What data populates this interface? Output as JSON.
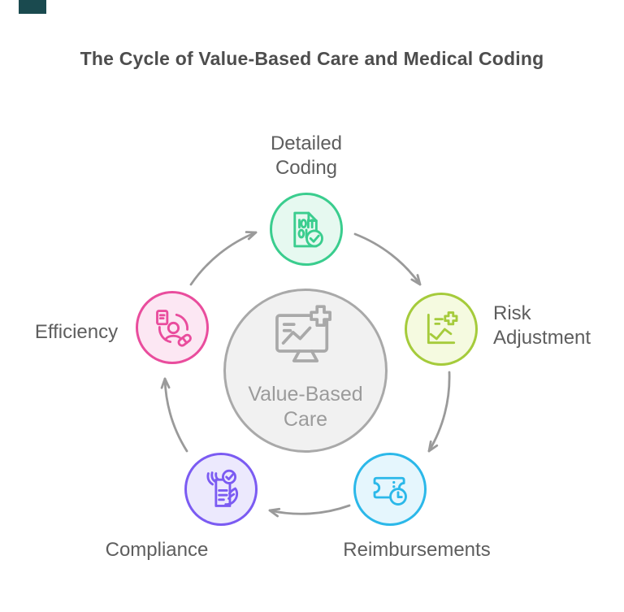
{
  "title": "The Cycle of Value-Based Care and Medical Coding",
  "corner_mark_color": "#1A4A4F",
  "colors": {
    "arrow": "#9A9A9A",
    "title_text": "#4D4D4D",
    "label_text": "#5E5E5E"
  },
  "center": {
    "label": "Value-Based\nCare",
    "icon": "monitor-chart-medical-cross-icon",
    "stroke": "#A9A9A9",
    "fill": "#F1F1F1",
    "text_color": "#9B9B9B"
  },
  "nodes": [
    {
      "id": "detailed-coding",
      "label": "Detailed\nCoding",
      "icon": "coded-document-check-icon",
      "stroke": "#3ACD8E",
      "fill": "#E6F9F0"
    },
    {
      "id": "risk-adjustment",
      "label": "Risk\nAdjustment",
      "icon": "line-chart-medical-cross-icon",
      "stroke": "#A5CB3B",
      "fill": "#F5FAE0"
    },
    {
      "id": "reimbursements",
      "label": "Reimbursements",
      "icon": "ticket-clock-icon",
      "stroke": "#2BB8E9",
      "fill": "#E5F6FD"
    },
    {
      "id": "compliance",
      "label": "Compliance",
      "icon": "hands-holding-document-check-icon",
      "stroke": "#7B5BF2",
      "fill": "#ECE9FD"
    },
    {
      "id": "efficiency",
      "label": "Efficiency",
      "icon": "patient-cycle-pill-icon",
      "stroke": "#E94D9D",
      "fill": "#FCE7F3"
    }
  ]
}
